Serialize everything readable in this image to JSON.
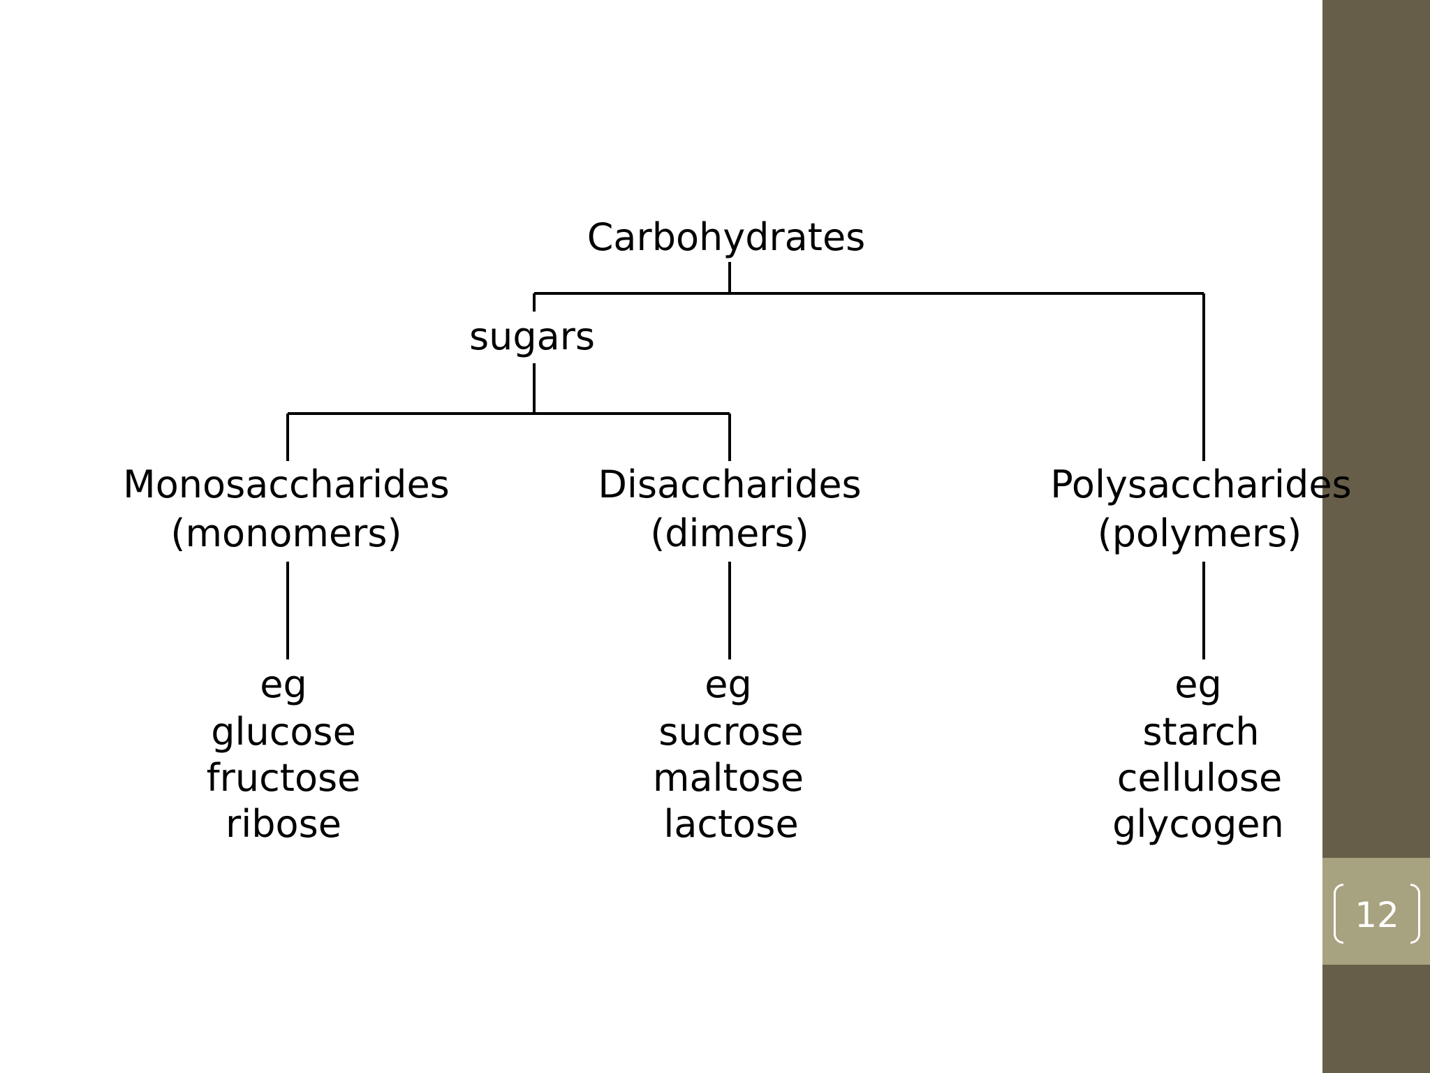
{
  "slide": {
    "page_number": "12",
    "colors": {
      "sidebar": "#675e49",
      "page_number_band": "#a7a27f",
      "text": "#000000",
      "background": "#ffffff"
    }
  },
  "diagram": {
    "root": "Carbohydrates",
    "branch": "sugars",
    "categories": [
      {
        "name": "Monosaccharides",
        "subtitle": "(monomers)",
        "examples_label": "eg",
        "examples": [
          "glucose",
          "fructose",
          "ribose"
        ]
      },
      {
        "name": "Disaccharides",
        "subtitle": "(dimers)",
        "examples_label": "eg",
        "examples": [
          "sucrose",
          "maltose",
          "lactose"
        ]
      },
      {
        "name": "Polysaccharides",
        "subtitle": "(polymers)",
        "examples_label": "eg",
        "examples": [
          "starch",
          "cellulose",
          "glycogen"
        ]
      }
    ]
  }
}
